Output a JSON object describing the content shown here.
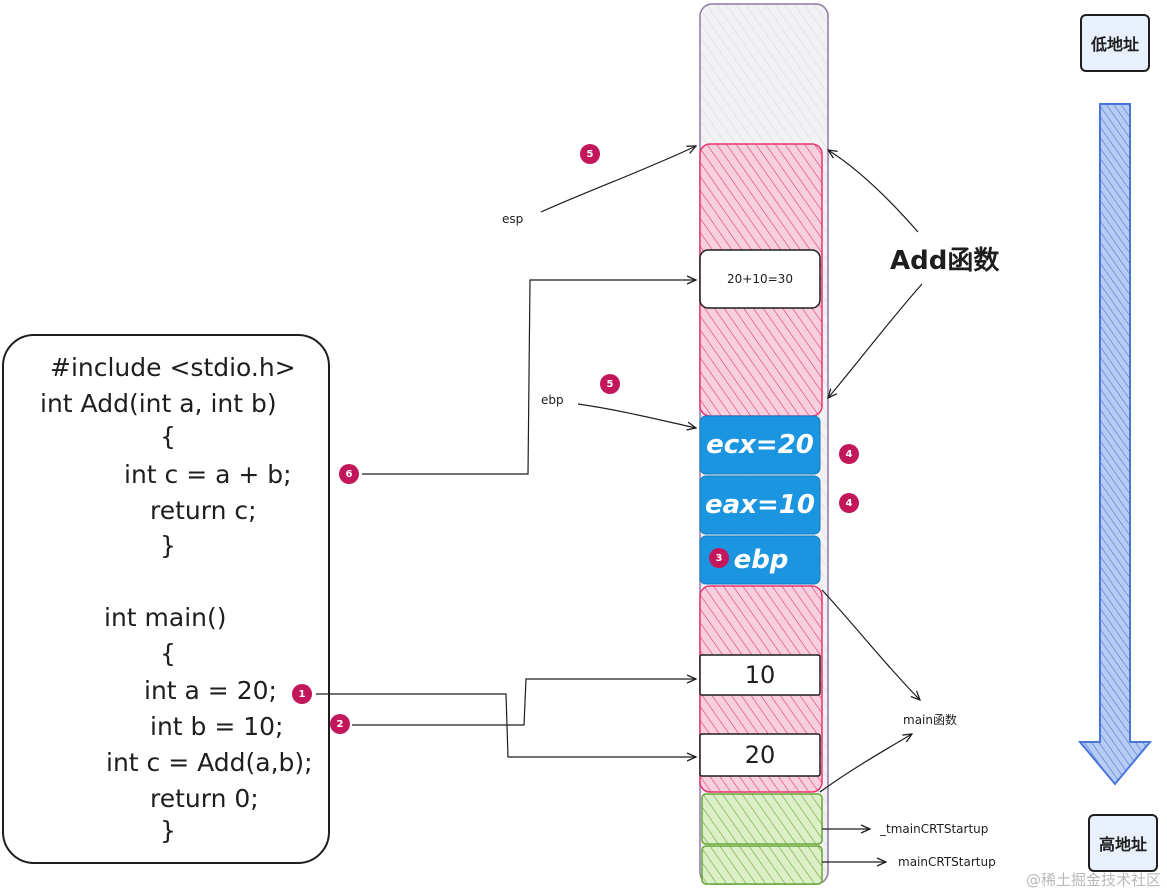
{
  "code": {
    "lines": [
      "#include <stdio.h>",
      "int Add(int a, int b)",
      "{",
      "int c = a + b;",
      "return c;",
      "}",
      "int main()",
      "{",
      "int a = 20;",
      "int b = 10;",
      "int c = Add(a,b);",
      "return 0;",
      "}"
    ]
  },
  "stack": {
    "add_result": "20+10=30",
    "ecx": "ecx=20",
    "eax": "eax=10",
    "saved_ebp": "ebp",
    "val_10": "10",
    "val_20": "20"
  },
  "labels": {
    "esp": "esp",
    "ebp": "ebp",
    "add_func": "Add函数",
    "main_func": "main函数",
    "tmain_crt": "_tmainCRTStartup",
    "main_crt": "mainCRTStartup",
    "low_addr": "低地址",
    "high_addr": "高地址"
  },
  "badges": {
    "b1": "1",
    "b2": "2",
    "b3": "3",
    "b4a": "4",
    "b4b": "4",
    "b5a": "5",
    "b5b": "5",
    "b6": "6"
  },
  "watermark": "@稀土掘金技术社区",
  "colors": {
    "add_frame": "#e9346e",
    "main_frame": "#e9346e",
    "register_box": "#1c95e0",
    "crt_frame": "#67a832",
    "address_arrow": "#4a76d9",
    "badge": "#c2185b"
  }
}
